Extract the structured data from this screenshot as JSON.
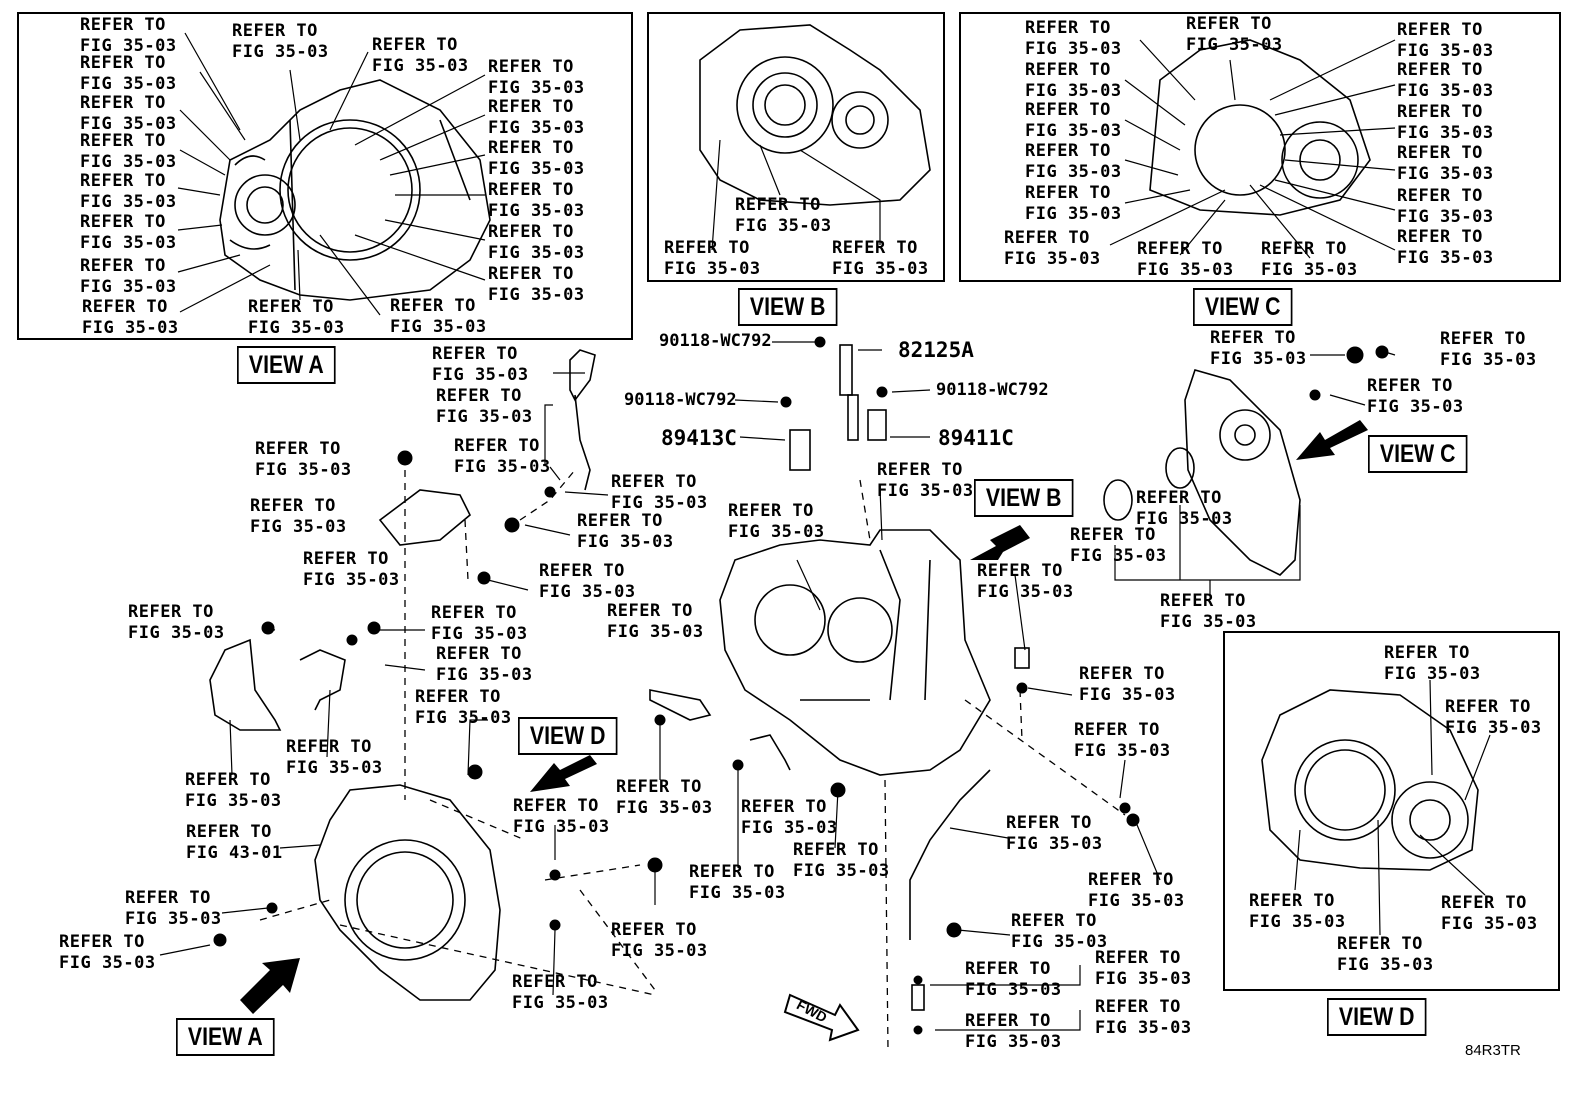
{
  "refer_line1": "REFER TO",
  "refer_line2_std": "FIG 35-03",
  "refer_line2_alt": "FIG 43-01",
  "views": {
    "a": "VIEW A",
    "b": "VIEW B",
    "c": "VIEW C",
    "d": "VIEW D"
  },
  "part_numbers": {
    "bolt_1": "90118-WC792",
    "bolt_2": "90118-WC792",
    "bolt_3": "90118-WC792",
    "sensor_a": "82125A",
    "sensor_b": "89413C",
    "sensor_c": "89411C"
  },
  "fwd": "FWD",
  "diagram_code": "84R3TR",
  "colors": {
    "ink": "#000000",
    "paper": "#ffffff"
  }
}
